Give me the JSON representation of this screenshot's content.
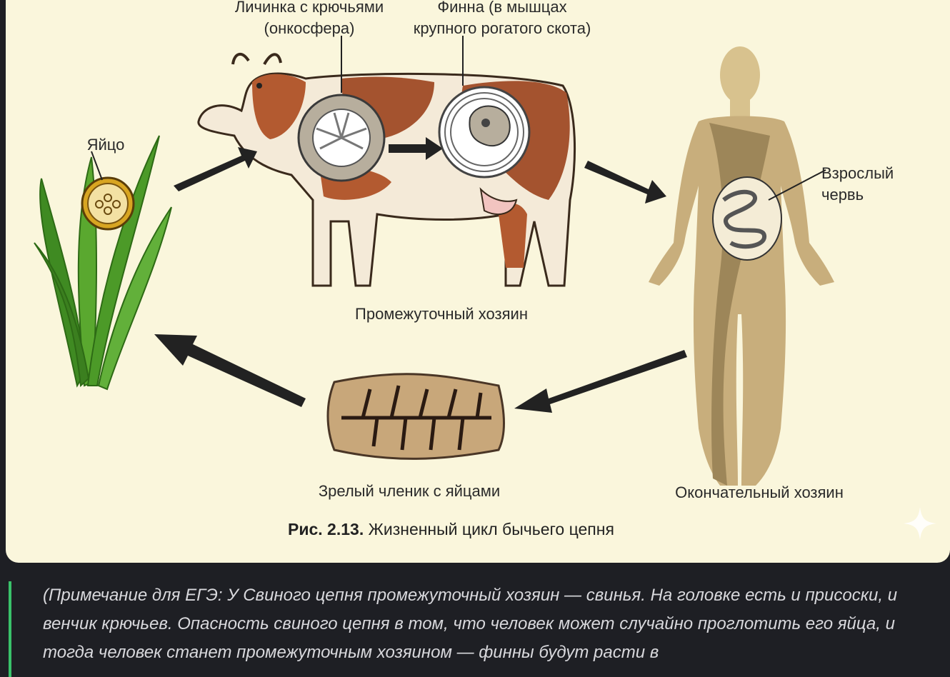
{
  "figure": {
    "labels": {
      "larva": "Личинка с крючьями\n(онкосфера)",
      "finna": "Финна (в мышцах\nкрупного рогатого скота)",
      "egg": "Яйцо",
      "adult_worm": "Взрослый\nчервь",
      "intermediate_host": "Промежуточный хозяин",
      "mature_segment": "Зрелый членик с яйцами",
      "final_host": "Окончательный хозяин"
    },
    "caption_number": "Рис. 2.13.",
    "caption_text": " Жизненный цикл бычьего цепня"
  },
  "note": {
    "text": "(Примечание для ЕГЭ: У Свиного цепня промежуточный хозяин — свинья. На головке есть и присоски, и венчик крючьев. Опасность свиного цепня в том, что человек может случайно проглотить его яйца, и тогда человек станет промежуточным хозяином — финны будут расти в"
  },
  "colors": {
    "card_bg": "#faf6dc",
    "page_bg": "#1e1f24",
    "note_accent": "#3ac26a",
    "cow_brown": "#a4532f",
    "human_tan": "#b39c6e",
    "grass_green": "#4f9a2a"
  }
}
